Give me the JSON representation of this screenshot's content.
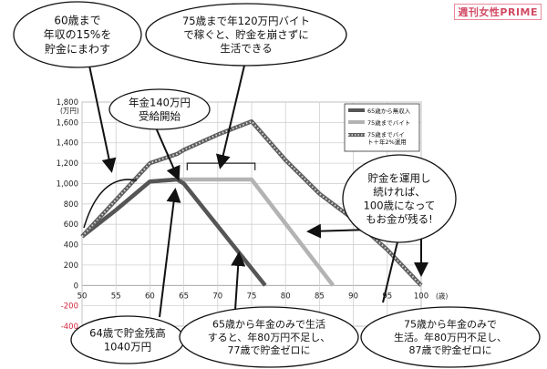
{
  "brand": {
    "logo_text": "週刊女性PRIME"
  },
  "chart_data": {
    "type": "line",
    "y_unit": "(万円)",
    "x_unit": "(歳)",
    "xlim": [
      50,
      100
    ],
    "ylim": [
      -400,
      1800
    ],
    "x_ticks": [
      50,
      55,
      60,
      65,
      70,
      75,
      80,
      85,
      90,
      95,
      100
    ],
    "y_ticks": [
      -400,
      -200,
      0,
      200,
      400,
      600,
      800,
      1000,
      1200,
      1400,
      1600,
      1800
    ],
    "grid": true,
    "legend_position": "top-right",
    "series": [
      {
        "name": "65歳から無収入",
        "color": "#555555",
        "x": [
          50,
          55,
          60,
          64,
          65,
          77
        ],
        "y": [
          480,
          740,
          1020,
          1040,
          1000,
          0
        ]
      },
      {
        "name": "75歳までバイト",
        "color": "#b3b3b3",
        "x": [
          50,
          55,
          60,
          64,
          65,
          70,
          75,
          87
        ],
        "y": [
          480,
          740,
          1020,
          1040,
          1040,
          1040,
          1040,
          0
        ]
      },
      {
        "name": "75歳までバイト＋年2%運用",
        "color": "#6d6d6d",
        "x": [
          50,
          55,
          60,
          64,
          65,
          70,
          75,
          80,
          85,
          90,
          95,
          100
        ],
        "y": [
          480,
          840,
          1200,
          1290,
          1330,
          1480,
          1610,
          1230,
          900,
          650,
          350,
          0
        ]
      }
    ]
  },
  "annotations": {
    "note_60": "60歳まで\n年収の15%を\n貯金にまわす",
    "note_75_baito": "75歳まで年120万円バイト\nで稼ぐと、貯金を崩さずに\n生活できる",
    "note_nenkin": "年金140万円\n受給開始",
    "note_unyou": "貯金を運用し\n続ければ、\n100歳になって\nもお金が残る!",
    "note_64": "64歳で貯金残高\n1040万円",
    "note_77": "65歳から年金のみで生活\nすると、年80万円不足し、\n77歳で貯金ゼロに",
    "note_87": "75歳から年金のみで\n生活。年80万円不足し、\n87歳で貯金ゼロに"
  }
}
